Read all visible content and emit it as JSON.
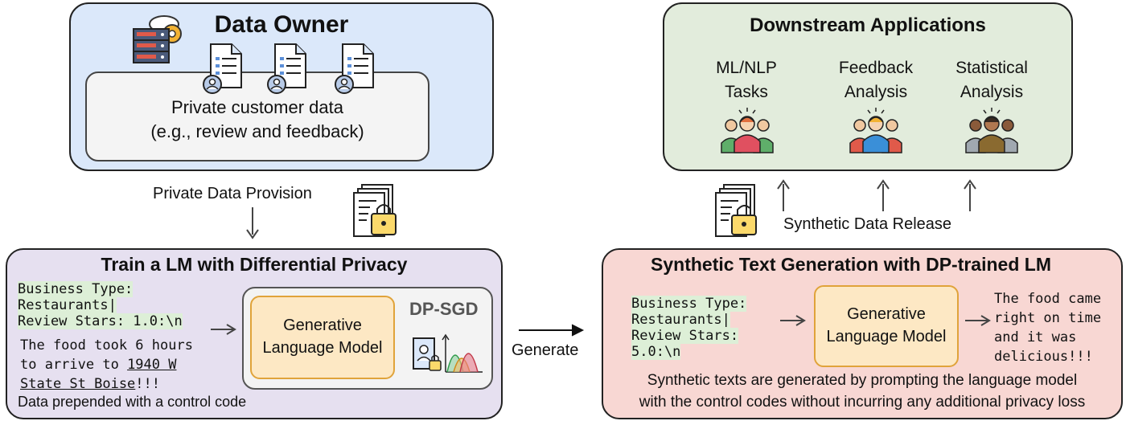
{
  "data_owner": {
    "title": "Data Owner",
    "inner_line1": "Private customer data",
    "inner_line2": "(e.g., review and feedback)",
    "colors": {
      "fill": "#dbe8fa",
      "inner": "#f4f4f4"
    }
  },
  "provision_label": "Private Data Provision",
  "train": {
    "title": "Train a LM with Differential Privacy",
    "code_lines": [
      "Business Type:",
      "Restaurants|",
      "Review Stars: 1.0:\\n"
    ],
    "text_line1": "The food took 6 hours",
    "text_line2a": "to arrive to ",
    "text_line2b": "1940 W",
    "text_line3a": "State St Boise",
    "text_line3b": "!!!",
    "caption": "Data prepended with a control code",
    "model_line1": "Generative",
    "model_line2": "Language Model",
    "dpsgd": "DP-SGD",
    "colors": {
      "fill": "#e6e0f0",
      "model": "#fde8c4",
      "model_border": "#e0a33a"
    }
  },
  "generate_label": "Generate",
  "downstream": {
    "title": "Downstream Applications",
    "apps": [
      {
        "line1": "ML/NLP",
        "line2": "Tasks"
      },
      {
        "line1": "Feedback",
        "line2": "Analysis"
      },
      {
        "line1": "Statistical",
        "line2": "Analysis"
      }
    ],
    "colors": {
      "fill": "#e2ecdc"
    }
  },
  "release_label": "Synthetic Data Release",
  "synth": {
    "title": "Synthetic Text Generation with DP-trained LM",
    "code_lines": [
      "Business Type:",
      "Restaurants|",
      "Review Stars:",
      "5.0:\\n"
    ],
    "model_line1": "Generative",
    "model_line2": "Language Model",
    "output_lines": [
      "The food came",
      "right on time",
      "and it was",
      "delicious!!!"
    ],
    "caption_line1": "Synthetic texts are generated by prompting the language model",
    "caption_line2": "with the control codes without incurring any additional privacy loss",
    "colors": {
      "fill": "#f8d7d3"
    }
  },
  "icons": {
    "server": "server-gear-icon",
    "document": "user-document-icon",
    "locked_docs": "locked-documents-icon",
    "team": "team-icon",
    "privacy_chart": "privacy-distribution-icon"
  }
}
